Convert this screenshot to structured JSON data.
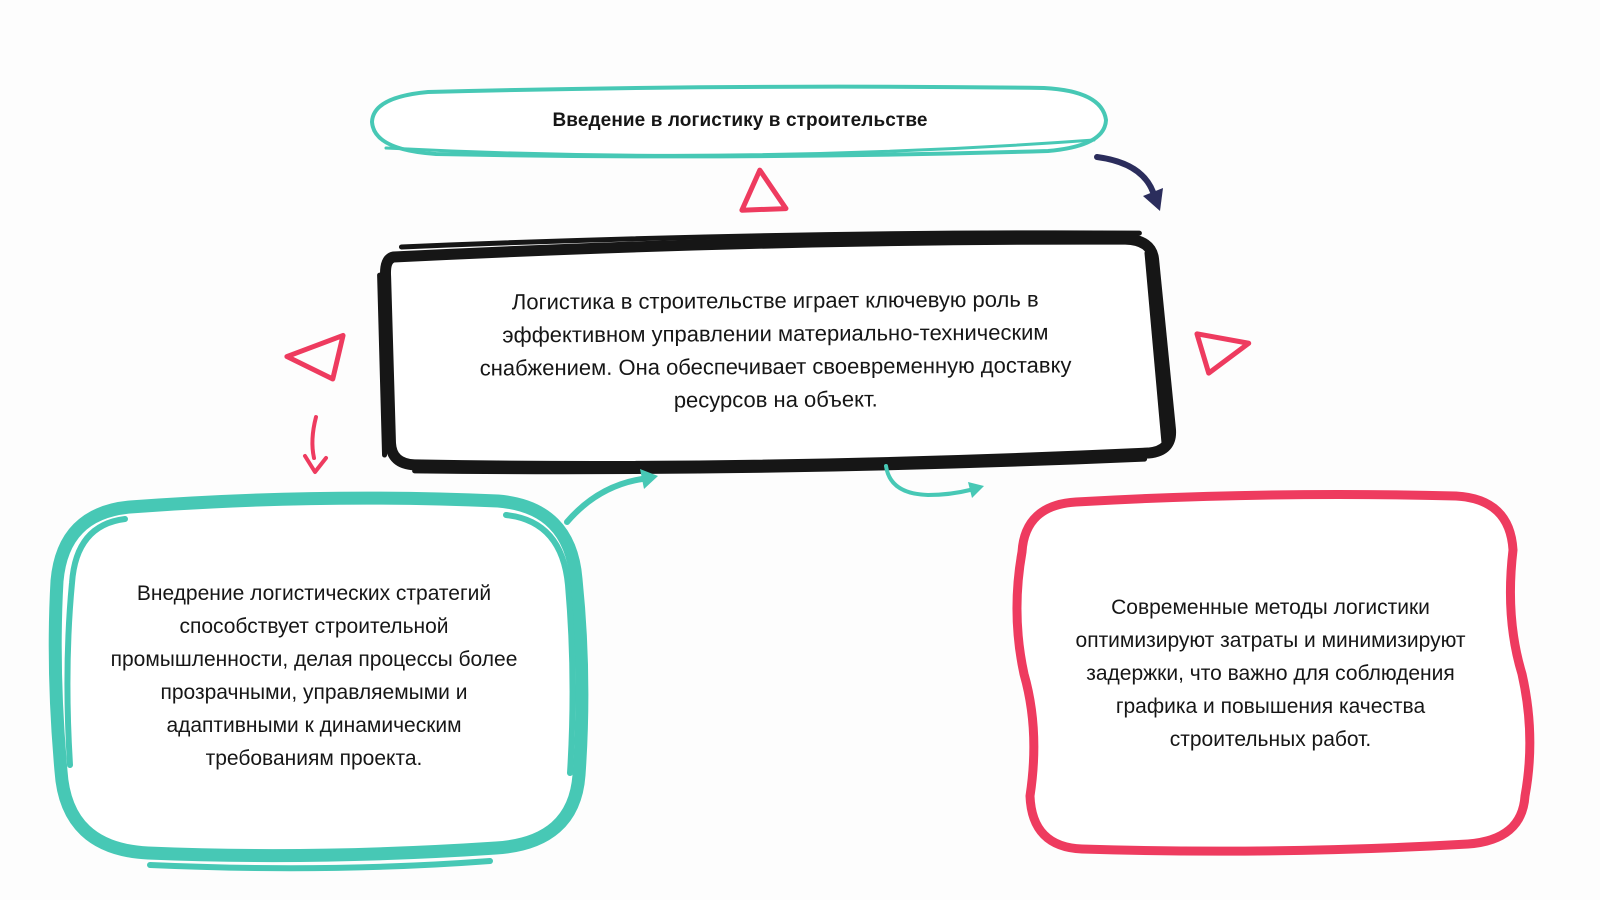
{
  "diagram": {
    "title": "Введение в логистику в строительстве",
    "center": {
      "text": "Логистика в строительстве играет ключевую роль в эффективном управлении материально-техническим снабжением. Она обеспечивает своевременную доставку ресурсов на объект.",
      "lines": [
        "Логистика в строительстве играет ключевую роль в",
        "эффективном управлении материально-техническим",
        "снабжением. Она обеспечивает своевременную доставку",
        "ресурсов на объект."
      ]
    },
    "left": {
      "text": "Внедрение логистических стратегий способствует строительной промышленности, делая процессы более прозрачными, управляемыми и адаптивными к динамическим требованиям проекта.",
      "lines": [
        "Внедрение логистических стратегий",
        "способствует строительной",
        "промышленности, делая процессы более",
        "прозрачными, управляемыми и",
        "адаптивными к динамическим",
        "требованиям проекта."
      ]
    },
    "right": {
      "text": "Современные методы логистики оптимизируют затраты и минимизируют задержки, что важно для соблюдения графика и повышения качества строительных работ.",
      "lines": [
        "Современные методы логистики",
        "оптимизируют затраты и минимизируют",
        "задержки, что важно для соблюдения",
        "графика и повышения качества",
        "строительных работ."
      ]
    },
    "colors": {
      "teal": "#47C8B5",
      "red": "#EE3B5F",
      "ink": "#161616",
      "navy": "#2B2D5C",
      "background": "#FDFDFD"
    },
    "decorations": [
      {
        "name": "red-triangle-top-icon",
        "shape": "triangle-outline",
        "color": "#EE3B5F"
      },
      {
        "name": "navy-curved-arrow-icon",
        "shape": "curved-arrow",
        "color": "#2B2D5C"
      },
      {
        "name": "red-triangle-left-icon",
        "shape": "triangle-outline",
        "color": "#EE3B5F"
      },
      {
        "name": "red-down-arrow-icon",
        "shape": "small-arrow",
        "color": "#EE3B5F"
      },
      {
        "name": "red-triangle-right-icon",
        "shape": "triangle-outline",
        "color": "#EE3B5F"
      },
      {
        "name": "teal-curved-arrow-left-icon",
        "shape": "curved-arrow",
        "color": "#47C8B5"
      },
      {
        "name": "teal-curved-arrow-center-icon",
        "shape": "curved-arrow",
        "color": "#47C8B5"
      }
    ]
  }
}
